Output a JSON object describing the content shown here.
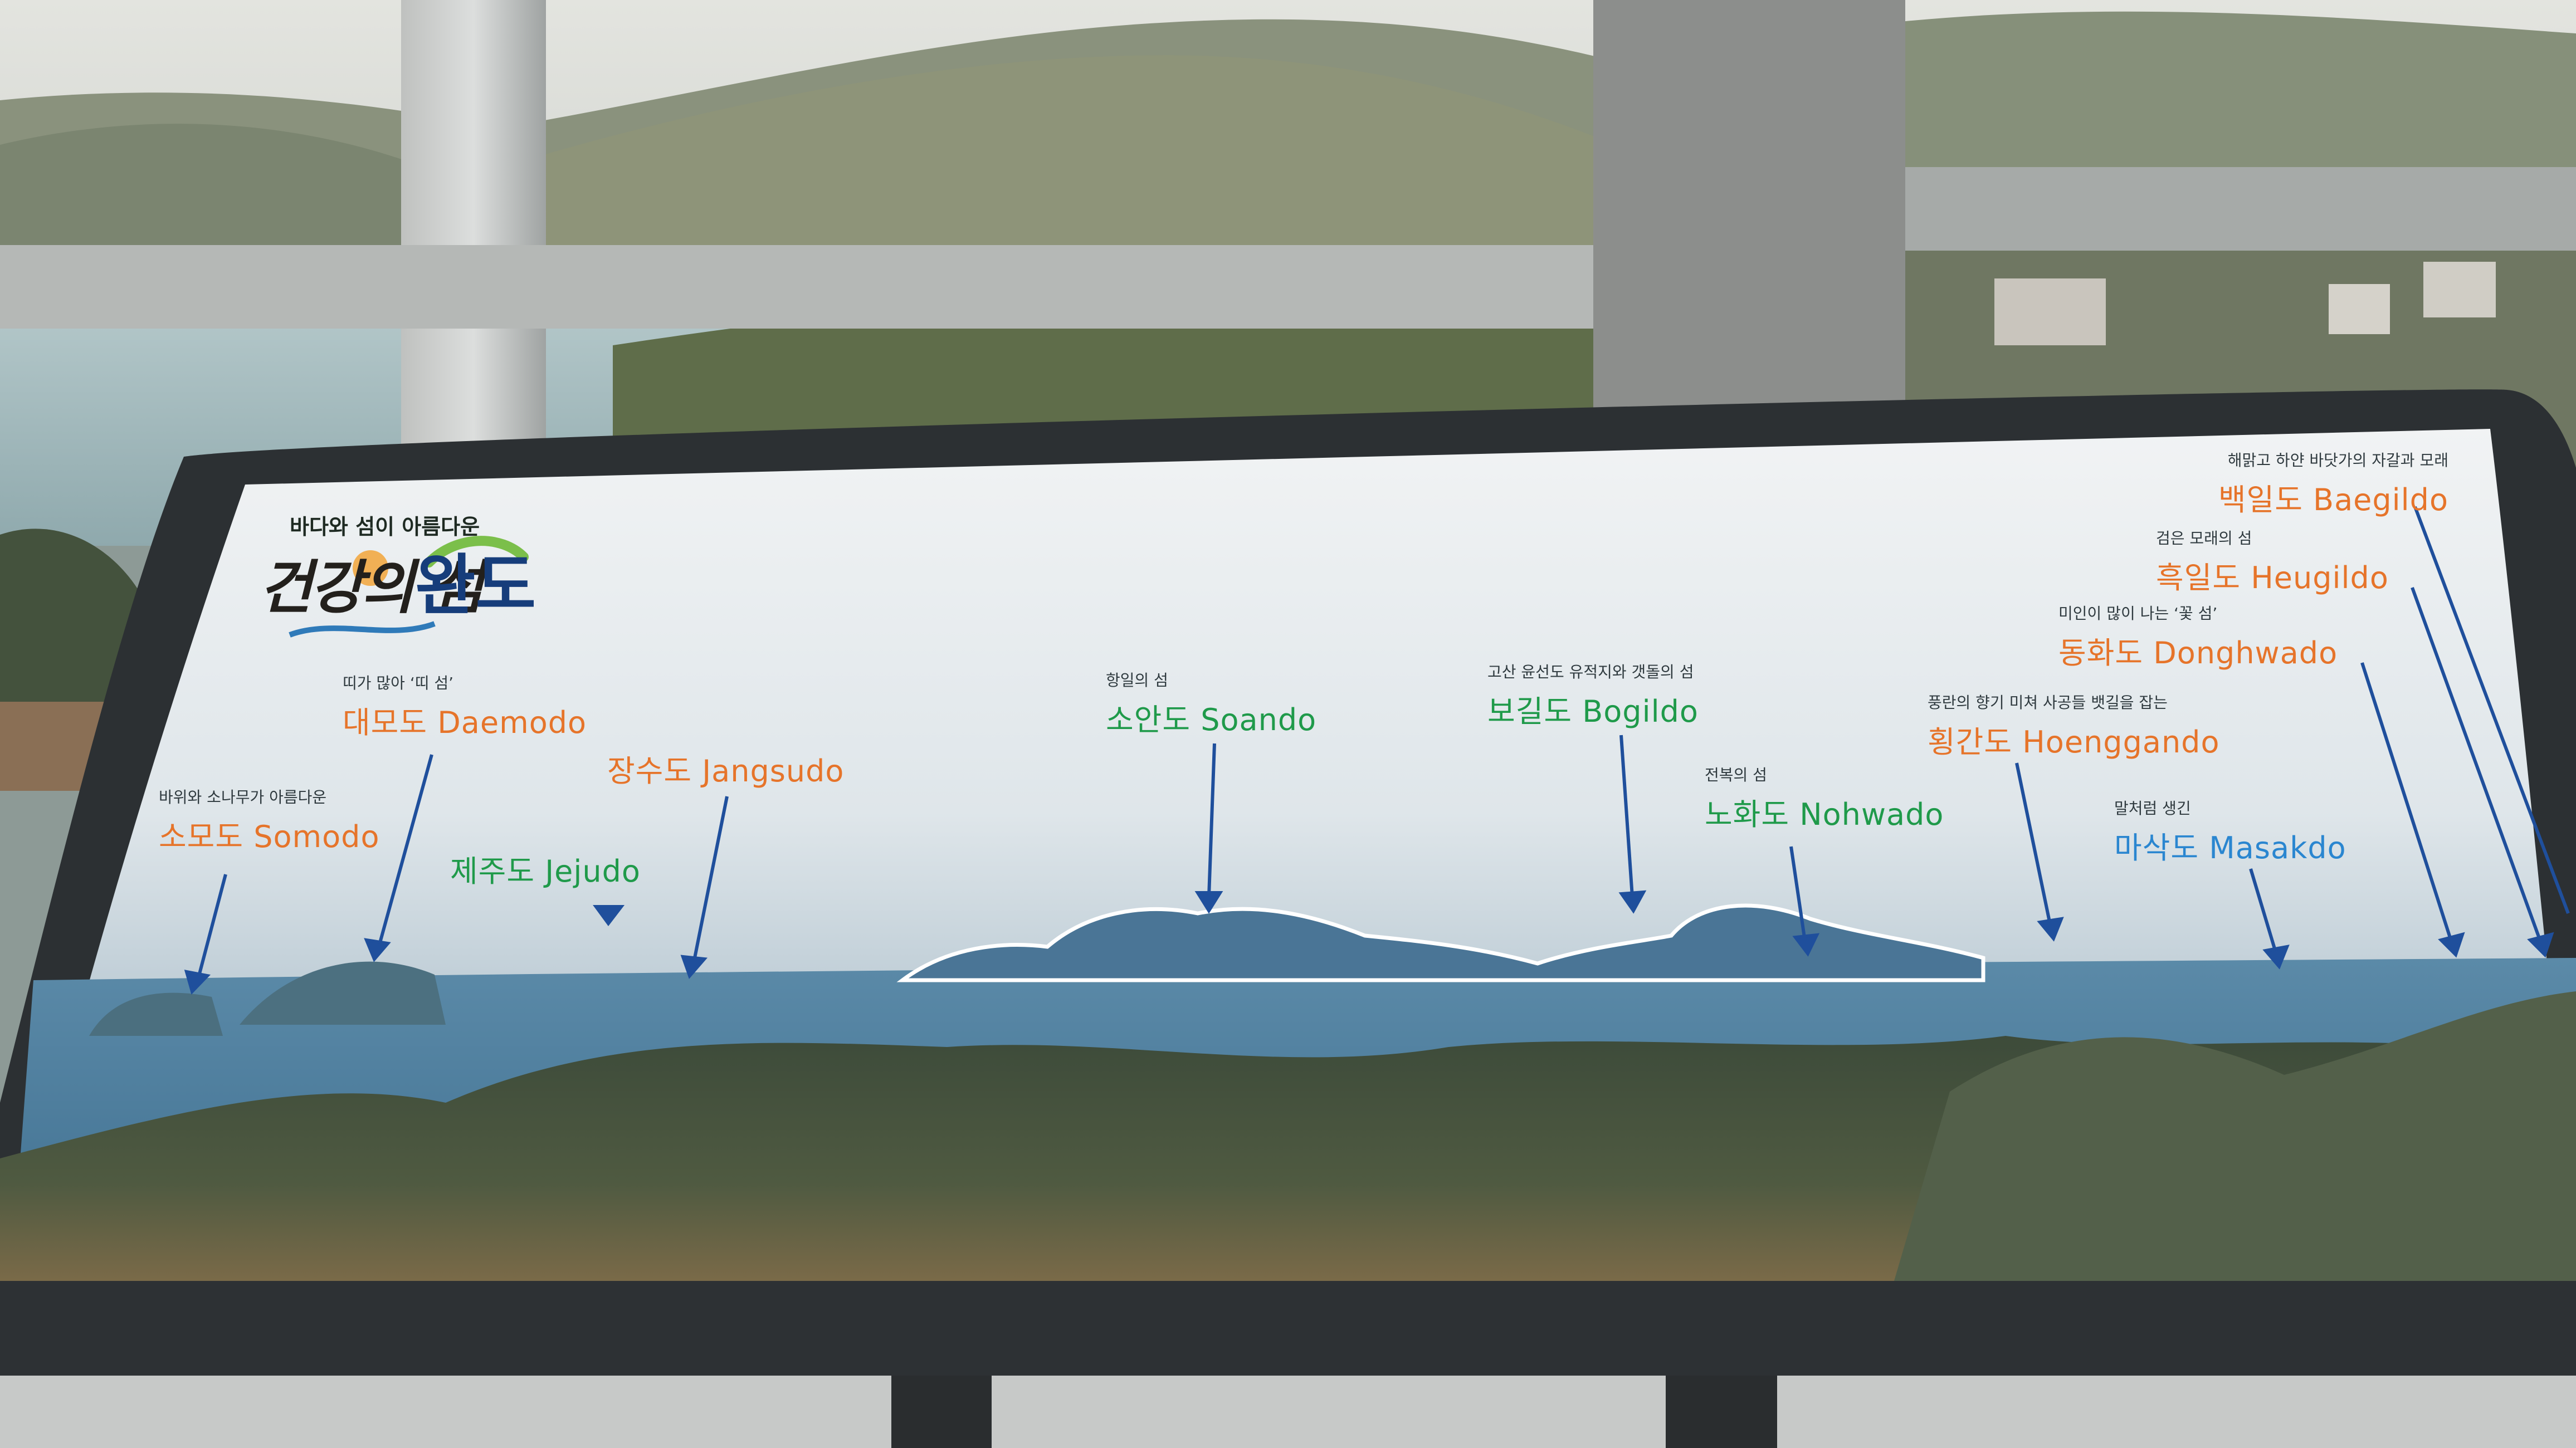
{
  "logo": {
    "tagline": "바다와 섬이 아름다운",
    "name_part1": "건강의 섬",
    "name_part2": "완도"
  },
  "islands": [
    {
      "id": "somodo",
      "subtitle": "바위와 소나무가 아름다운",
      "name": "소모도 Somodo"
    },
    {
      "id": "daemodo",
      "subtitle": "띠가 많아 ‘띠 섬’",
      "name": "대모도 Daemodo"
    },
    {
      "id": "jejudo",
      "subtitle": "",
      "name": "제주도 Jejudo"
    },
    {
      "id": "jangsudo",
      "subtitle": "",
      "name": "장수도 Jangsudo"
    },
    {
      "id": "soando",
      "subtitle": "항일의 섬",
      "name": "소안도 Soando"
    },
    {
      "id": "bogildo",
      "subtitle": "고산 윤선도 유적지와 갯돌의 섬",
      "name": "보길도 Bogildo"
    },
    {
      "id": "nohwado",
      "subtitle": "전복의 섬",
      "name": "노화도 Nohwado"
    },
    {
      "id": "hoenggando",
      "subtitle": "풍란의 향기 미쳐 사공들 뱃길을 잡는",
      "name": "횡간도 Hoenggando"
    },
    {
      "id": "masakdo",
      "subtitle": "말처럼 생긴",
      "name": "마삭도 Masakdo"
    },
    {
      "id": "donghwado",
      "subtitle": "미인이 많이 나는 ‘꽃 섬’",
      "name": "동화도 Donghwado"
    },
    {
      "id": "heugildo",
      "subtitle": "검은 모래의 섬",
      "name": "흑일도 Heugildo"
    },
    {
      "id": "baegildo",
      "subtitle": "해맑고 하얀 바닷가의 자갈과 모래",
      "name": "백일도 Baegildo"
    }
  ]
}
